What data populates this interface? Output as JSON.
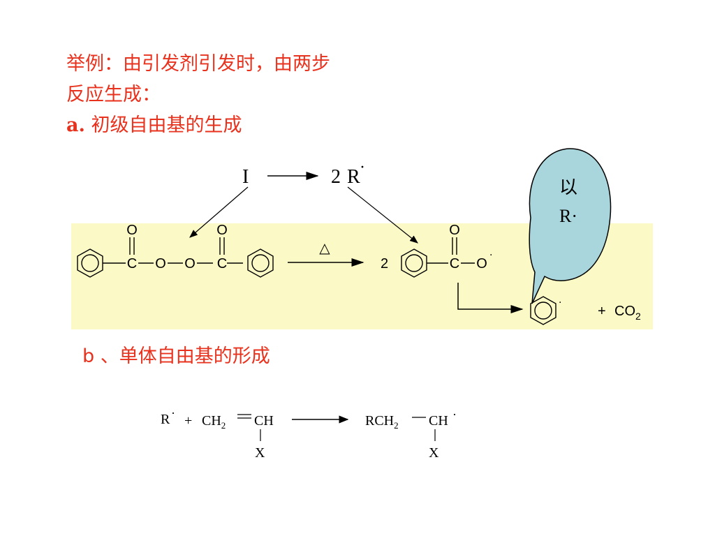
{
  "heading": {
    "line1": "举例：由引发剂引发时，由两步",
    "line2": "反应生成：",
    "line3_prefix": "a.",
    "line3_text": "初级自由基的生成"
  },
  "section_b": "b 、单体自由基的形成",
  "initiation": {
    "initiator": "I",
    "product_coef": "2",
    "product": "R",
    "radical_dot": "·"
  },
  "callout": {
    "line1": "以",
    "line2": "R·"
  },
  "bpo_reaction": {
    "oxygen": "O",
    "carbon": "C",
    "heat": "△",
    "coef": "2",
    "plus": "+",
    "co2_main": "CO",
    "co2_sub": "2"
  },
  "propagation": {
    "r_radical": "R",
    "dot": "·",
    "plus": "+",
    "monomer_left": "CH",
    "monomer_left_sub": "2",
    "monomer_right": "CH",
    "substituent": "X",
    "product_left": "RCH",
    "product_left_sub": "2",
    "product_right": "CH"
  },
  "colors": {
    "heading": "#e8321e",
    "band": "#fbf9c5",
    "callout_fill": "#a8d6dc"
  }
}
